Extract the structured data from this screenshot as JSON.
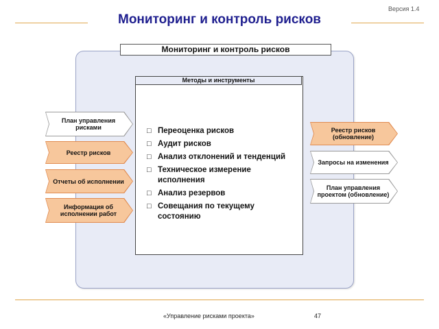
{
  "version": "Версия 1.4",
  "title": "Мониторинг и контроль рисков",
  "panel": {
    "header": "Мониторинг и контроль рисков",
    "methods_header": "Методы и инструменты",
    "methods": [
      "Переоценка рисков",
      "Аудит рисков",
      "Анализ отклонений и тенденций",
      "Техническое измерение исполнения",
      "Анализ резервов",
      "Совещания по текущему состоянию"
    ]
  },
  "inputs": [
    {
      "label": "План управления рисками",
      "style": "white"
    },
    {
      "label": "Реестр рисков",
      "style": "orange"
    },
    {
      "label": "Отчеты об исполнении",
      "style": "orange"
    },
    {
      "label": "Информация об исполнении работ",
      "style": "orange"
    }
  ],
  "outputs": [
    {
      "label": "Реестр рисков (обновление)",
      "style": "orange"
    },
    {
      "label": "Запросы на изменения",
      "style": "white"
    },
    {
      "label": "План управления проектом (обновление)",
      "style": "white"
    }
  ],
  "footer": {
    "text": "«Управление рисками проекта»",
    "page": "47"
  },
  "colors": {
    "title": "#1f1f8f",
    "accent_line": "#e0a64a",
    "panel_bg": "#e8ebf6",
    "orange_fill": "#f7c79c",
    "orange_border": "#e08a4f"
  }
}
